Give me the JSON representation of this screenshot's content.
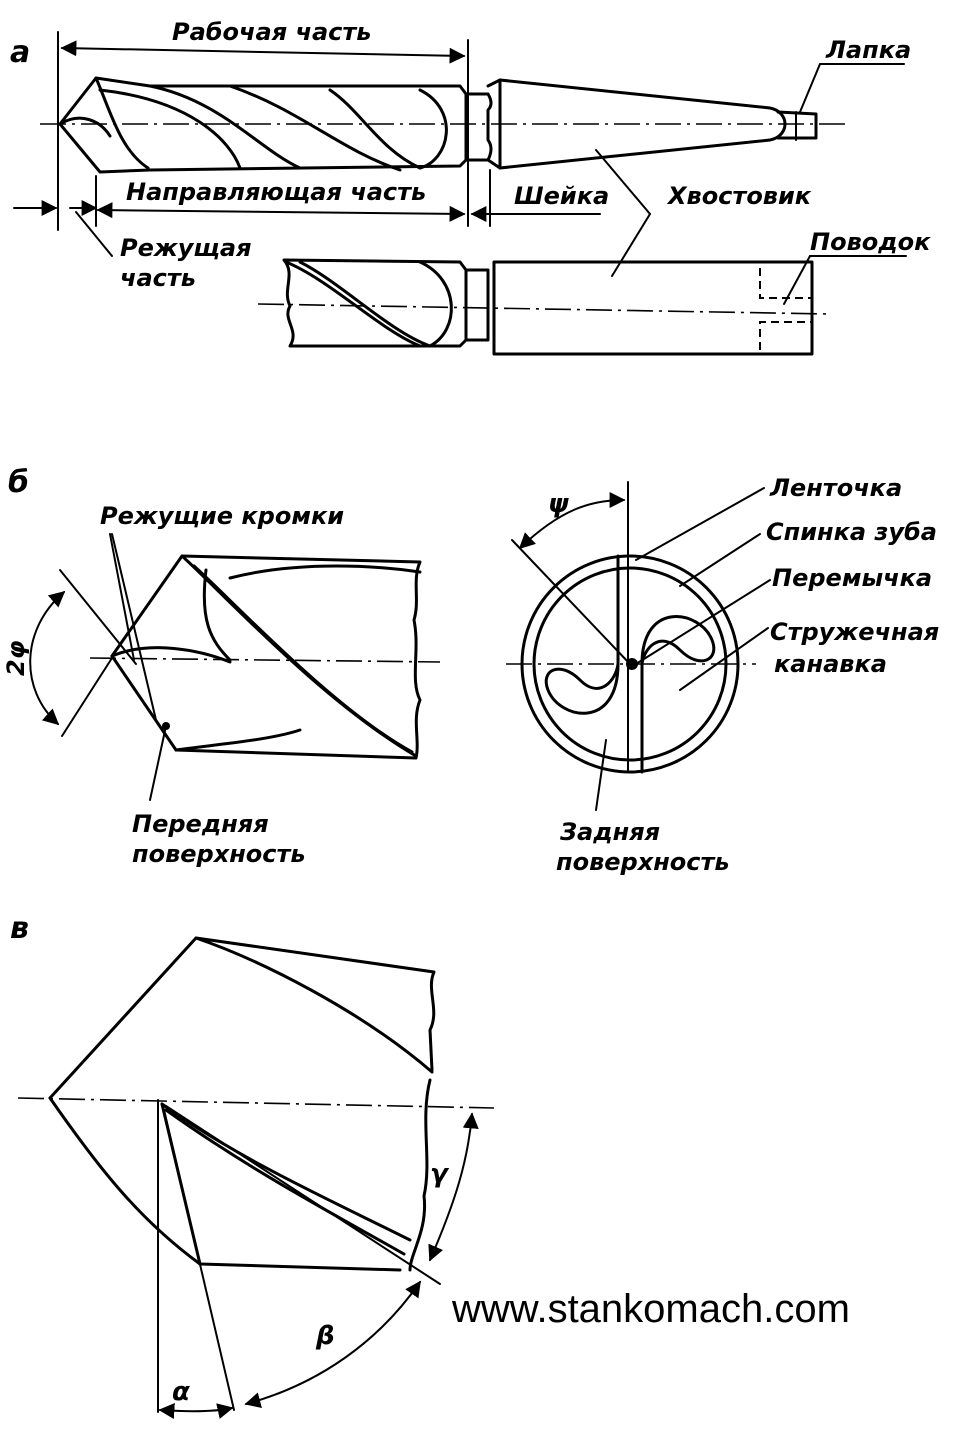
{
  "a": {
    "panel_label": "а",
    "working_part": "Рабочая часть",
    "tang": "Лапка",
    "guide_part": "Направляющая часть",
    "neck": "Шейка",
    "shank": "Хвостовик",
    "cutting_part_1": "Режущая",
    "cutting_part_2": "часть",
    "driver": "Поводок"
  },
  "b": {
    "panel_label": "б",
    "cutting_edges": "Режущие кромки",
    "angle_2phi": "2φ",
    "front_surface_1": "Передняя",
    "front_surface_2": "поверхность",
    "angle_psi": "ψ",
    "margin": "Ленточка",
    "land": "Спинка зуба",
    "web": "Перемычка",
    "flute_1": "Стружечная",
    "flute_2": "канавка",
    "back_surface_1": "Задняя",
    "back_surface_2": "поверхность"
  },
  "c": {
    "panel_label": "в",
    "angle_gamma": "γ",
    "angle_beta": "β",
    "angle_alpha": "α"
  },
  "watermark": "www.stankomach.com"
}
